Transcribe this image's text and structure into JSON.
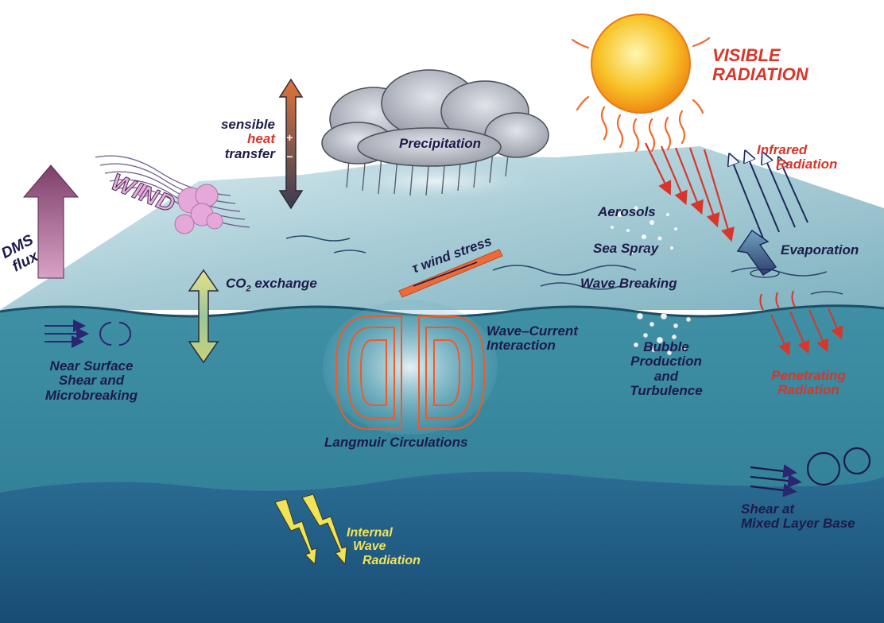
{
  "labels": {
    "visible_radiation": [
      "VISIBLE",
      "RADIATION"
    ],
    "infrared_radiation": [
      "Infrared",
      "Radiation"
    ],
    "precipitation": "Precipitation",
    "sensible_heat_transfer": {
      "line1": "sensible",
      "line2": "heat",
      "line3": "transfer"
    },
    "wind": "WIND",
    "dms_flux": [
      "DMS",
      "flux"
    ],
    "co2_exchange": {
      "co": "CO",
      "sub": "2",
      "rest": " exchange"
    },
    "wind_stress": {
      "symbol": "τ",
      "text": " wind stress"
    },
    "aerosols": "Aerosols",
    "sea_spray": "Sea Spray",
    "wave_breaking": "Wave Breaking",
    "evaporation": "Evaporation",
    "near_surface_shear": [
      "Near Surface",
      "Shear and",
      "Microbreaking"
    ],
    "wave_current_interaction": [
      "Wave–Current",
      "Interaction"
    ],
    "bubble_production": [
      "Bubble",
      "Production",
      "and",
      "Turbulence"
    ],
    "penetrating_radiation": [
      "Penetrating",
      "Radiation"
    ],
    "langmuir_circulations": "Langmuir Circulations",
    "shear_mixed_layer": [
      "Shear at",
      "Mixed Layer Base"
    ],
    "internal_wave_radiation": [
      "Internal",
      "Wave",
      "Radiation"
    ],
    "heat_plus": "+",
    "heat_minus": "−"
  },
  "colors": {
    "ocean_surface": "#a9cdd7",
    "mixed_layer": "#2f7f96",
    "deep_layer": "#1c5d86",
    "sun": "#f6b616",
    "red_text": "#d8362a",
    "dark_text": "#1d1b4a",
    "yellow_text": "#f0e35a"
  }
}
